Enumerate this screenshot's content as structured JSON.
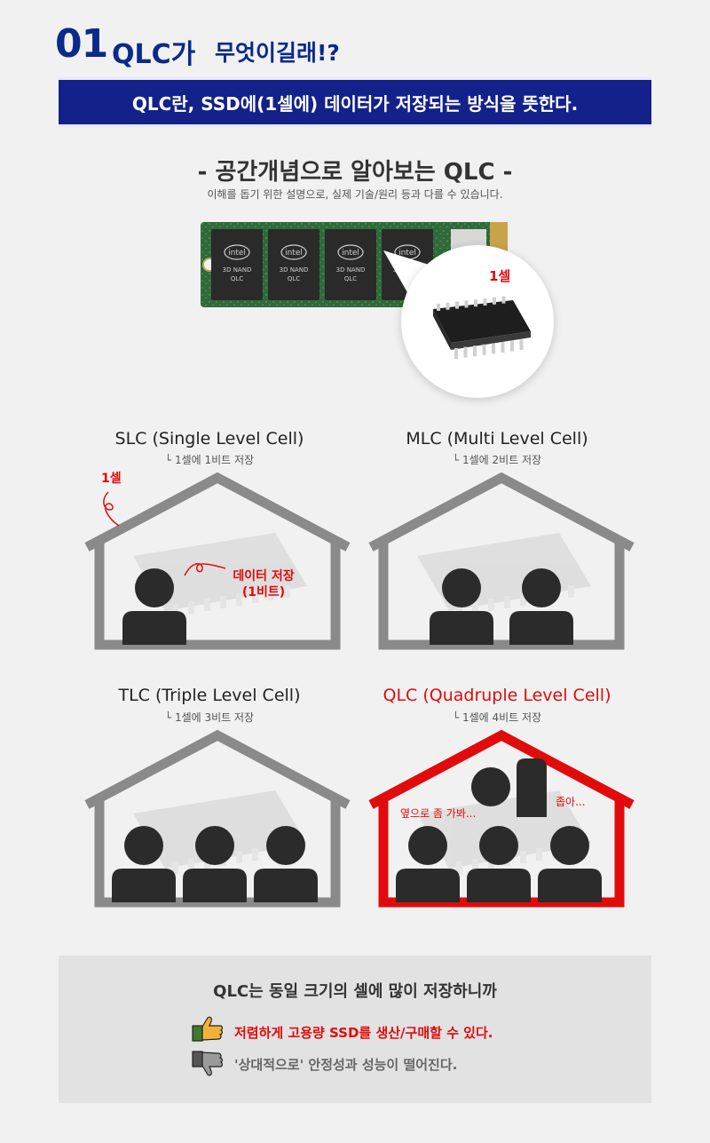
{
  "header": {
    "number": "01",
    "title": "QLC가",
    "subtitle": "무엇이길래!?",
    "banner": "QLC란, SSD에(1셀에) 데이터가 저장되는 방식을 뜻한다."
  },
  "section": {
    "title": "- 공간개념으로 알아보는 QLC -",
    "note": "이해를 돕기 위한 설명으로, 실제 기술/원리 등과 다를 수 있습니다."
  },
  "ssd": {
    "chip_labels": [
      "intel",
      "3D NAND",
      "QLC"
    ],
    "zoom_label": "1셀"
  },
  "houses": [
    {
      "title": "SLC (Single Level Cell)",
      "sub": "└ 1셀에 1비트 저장",
      "people": 1,
      "highlight": false,
      "annotations": {
        "cell": "1셀",
        "data_line1": "데이터 저장",
        "data_line2": "(1비트)"
      }
    },
    {
      "title": "MLC (Multi Level Cell)",
      "sub": "└ 1셀에 2비트 저장",
      "people": 2,
      "highlight": false
    },
    {
      "title": "TLC (Triple Level Cell)",
      "sub": "└ 1셀에 3비트 저장",
      "people": 3,
      "highlight": false
    },
    {
      "title": "QLC (Quadruple Level Cell)",
      "sub": "└ 1셀에 4비트 저장",
      "people": 4,
      "highlight": true,
      "annotations": {
        "left_bubble": "옆으로 좀 가봐...",
        "right_bubble": "좁아..."
      }
    }
  ],
  "summary": {
    "title": "QLC는 동일 크기의 셀에 많이 저장하니까",
    "pro": "저렴하게 고용량 SSD를 생산/구매할 수 있다.",
    "con": "'상대적으로' 안정성과 성능이 떨어진다."
  },
  "colors": {
    "navy": "#15218a",
    "red": "#e10b0b",
    "house_gray": "#8a8a8a",
    "person": "#2b2b2b"
  }
}
